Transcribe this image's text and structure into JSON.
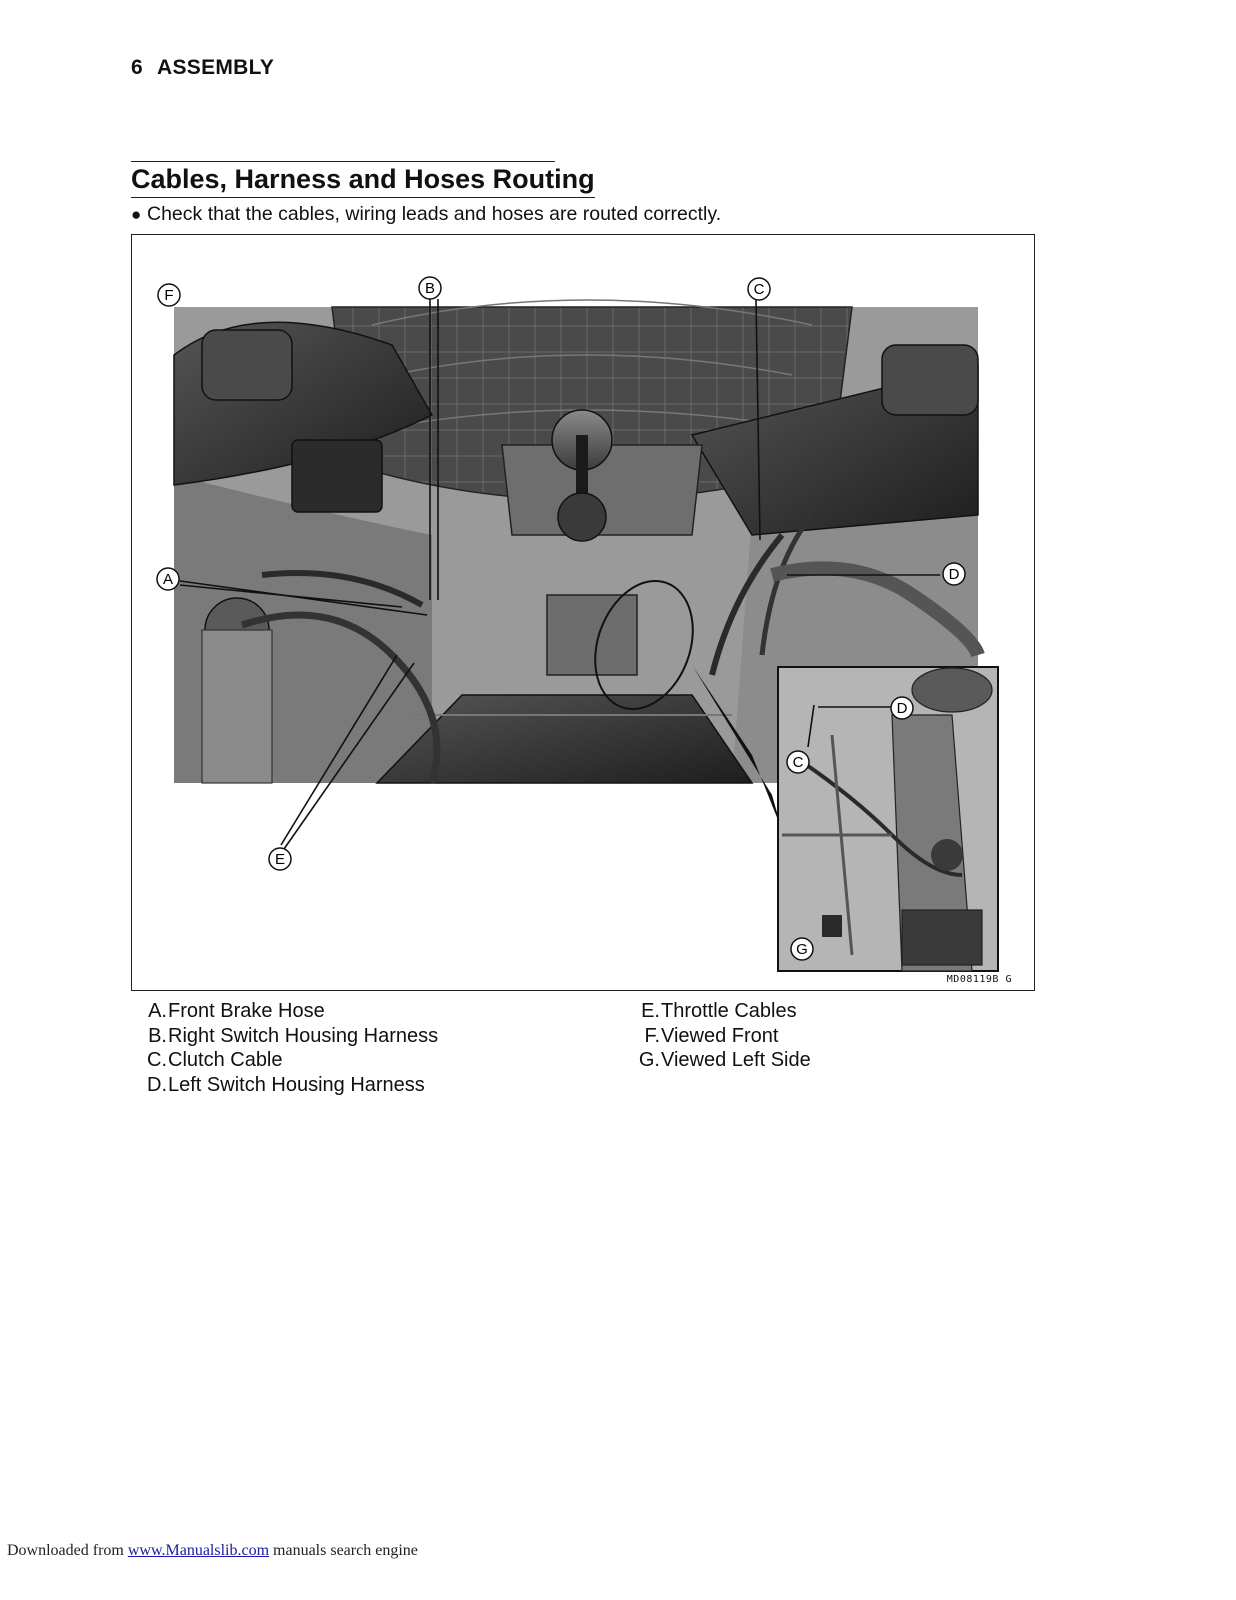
{
  "header": {
    "page_number": "6",
    "section": "ASSEMBLY"
  },
  "section_title": "Cables, Harness and Hoses Routing",
  "instruction": {
    "bullet": "●",
    "text": "Check that the cables, wiring leads and hoses are routed correctly."
  },
  "figure": {
    "callouts": {
      "A": "A",
      "B": "B",
      "C": "C",
      "D": "D",
      "E": "E",
      "F": "F",
      "G": "G"
    },
    "code": "MD08119B G"
  },
  "legend": {
    "left": [
      {
        "key": "A.",
        "label": "Front Brake Hose"
      },
      {
        "key": "B.",
        "label": "Right Switch Housing Harness"
      },
      {
        "key": "C.",
        "label": "Clutch Cable"
      },
      {
        "key": "D.",
        "label": "Left Switch Housing Harness"
      }
    ],
    "right": [
      {
        "key": "E.",
        "label": "Throttle Cables"
      },
      {
        "key": "F.",
        "label": "Viewed Front"
      },
      {
        "key": "G.",
        "label": "Viewed Left Side"
      }
    ]
  },
  "footer": {
    "prefix": "Downloaded from",
    "link": "www.Manualslib.com",
    "suffix": "manuals search engine"
  }
}
